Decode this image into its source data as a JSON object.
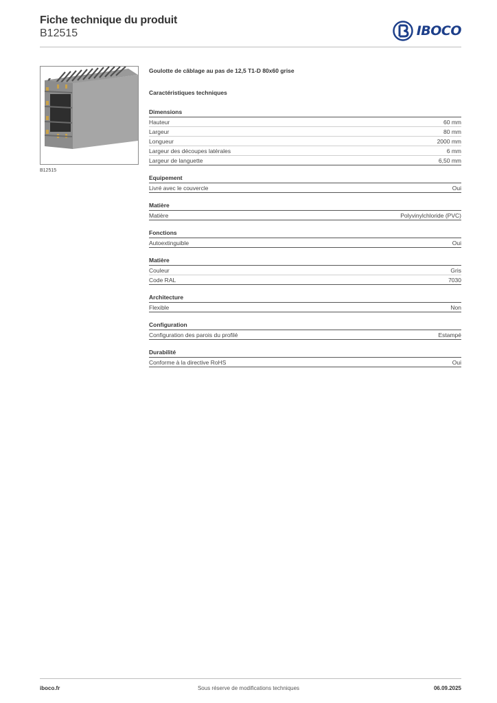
{
  "header": {
    "title": "Fiche technique du produit",
    "subtitle": "B12515",
    "brand": "IBOCO",
    "brand_color": "#1d3f8a"
  },
  "product": {
    "image_caption": "B12515",
    "name": "Goulotte de câblage au pas de 12,5 T1-D 80x60 grise"
  },
  "tech_title": "Caractéristiques techniques",
  "sections": [
    {
      "title": "Dimensions",
      "rows": [
        {
          "label": "Hauteur",
          "value": "60 mm"
        },
        {
          "label": "Largeur",
          "value": "80 mm"
        },
        {
          "label": "Longueur",
          "value": "2000 mm"
        },
        {
          "label": "Largeur des découpes latérales",
          "value": "6 mm"
        },
        {
          "label": "Largeur de languette",
          "value": "6,50 mm"
        }
      ]
    },
    {
      "title": "Equipement",
      "rows": [
        {
          "label": "Livré avec le couvercle",
          "value": "Oui"
        }
      ]
    },
    {
      "title": "Matière",
      "rows": [
        {
          "label": "Matière",
          "value": "Polyvinylchloride (PVC)"
        }
      ]
    },
    {
      "title": "Fonctions",
      "rows": [
        {
          "label": "Autoextinguible",
          "value": "Oui"
        }
      ]
    },
    {
      "title": "Matière",
      "rows": [
        {
          "label": "Couleur",
          "value": "Gris"
        },
        {
          "label": "Code RAL",
          "value": "7030"
        }
      ]
    },
    {
      "title": "Architecture",
      "rows": [
        {
          "label": "Flexible",
          "value": "Non"
        }
      ]
    },
    {
      "title": "Configuration",
      "rows": [
        {
          "label": "Configuration des parois du profilé",
          "value": "Estampé"
        }
      ]
    },
    {
      "title": "Durabilité",
      "rows": [
        {
          "label": "Conforme à la directive RoHS",
          "value": "Oui"
        }
      ]
    }
  ],
  "footer": {
    "website": "iboco.fr",
    "disclaimer": "Sous réserve de modifications techniques",
    "date": "06.09.2025"
  }
}
